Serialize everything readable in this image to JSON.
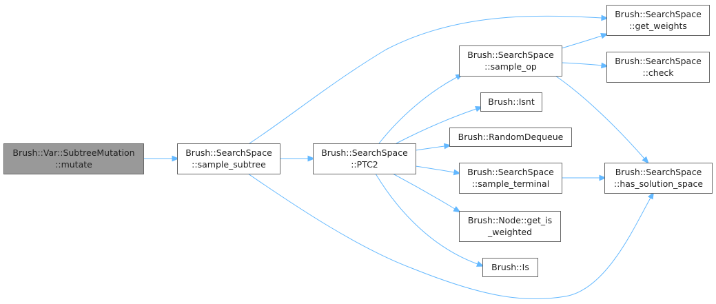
{
  "nodes": {
    "mutate": {
      "lines": [
        "Brush::Var::SubtreeMutation",
        "::mutate"
      ],
      "root": true
    },
    "sample_subtree": {
      "lines": [
        "Brush::SearchSpace",
        "::sample_subtree"
      ]
    },
    "ptc2": {
      "lines": [
        "Brush::SearchSpace",
        "::PTC2"
      ]
    },
    "sample_op": {
      "lines": [
        "Brush::SearchSpace",
        "::sample_op"
      ]
    },
    "isnt": {
      "lines": [
        "Brush::Isnt"
      ]
    },
    "random_dequeue": {
      "lines": [
        "Brush::RandomDequeue"
      ]
    },
    "sample_terminal": {
      "lines": [
        "Brush::SearchSpace",
        "::sample_terminal"
      ]
    },
    "get_is_weighted": {
      "lines": [
        "Brush::Node::get_is",
        "_weighted"
      ]
    },
    "is": {
      "lines": [
        "Brush::Is"
      ]
    },
    "get_weights": {
      "lines": [
        "Brush::SearchSpace",
        "::get_weights"
      ]
    },
    "check": {
      "lines": [
        "Brush::SearchSpace",
        "::check"
      ]
    },
    "has_solution_space": {
      "lines": [
        "Brush::SearchSpace",
        "::has_solution_space"
      ]
    }
  },
  "edges": [
    [
      "mutate",
      "sample_subtree"
    ],
    [
      "sample_subtree",
      "ptc2"
    ],
    [
      "sample_subtree",
      "get_weights"
    ],
    [
      "sample_subtree",
      "has_solution_space"
    ],
    [
      "ptc2",
      "sample_op"
    ],
    [
      "ptc2",
      "isnt"
    ],
    [
      "ptc2",
      "random_dequeue"
    ],
    [
      "ptc2",
      "sample_terminal"
    ],
    [
      "ptc2",
      "get_is_weighted"
    ],
    [
      "ptc2",
      "is"
    ],
    [
      "sample_op",
      "get_weights"
    ],
    [
      "sample_op",
      "check"
    ],
    [
      "sample_op",
      "has_solution_space"
    ],
    [
      "sample_terminal",
      "has_solution_space"
    ]
  ],
  "colors": {
    "edge": "#63b8ff",
    "root_fill": "#999999",
    "border": "#666666"
  }
}
